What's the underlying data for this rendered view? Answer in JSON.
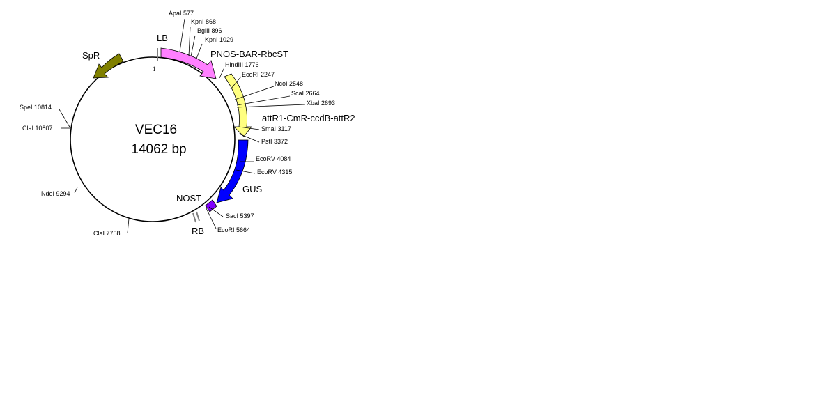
{
  "plasmid": {
    "name": "VEC16",
    "size_label": "14062 bp",
    "origin_label": "1"
  },
  "colors": {
    "pnos_bar": "#ff80ff",
    "attr": "#ffff80",
    "gus": "#0000ff",
    "nost": "#8000ff",
    "spr": "#808000"
  },
  "features": [
    {
      "id": "feature-lb",
      "label": "LB"
    },
    {
      "id": "feature-rb",
      "label": "RB"
    },
    {
      "id": "feature-pnos-bar-rbcst",
      "label": "PNOS-BAR-RbcST"
    },
    {
      "id": "feature-attr1-cmr-ccdb-attr2",
      "label": "attR1-CmR-ccdB-attR2"
    },
    {
      "id": "feature-gus",
      "label": "GUS"
    },
    {
      "id": "feature-nost",
      "label": "NOST"
    },
    {
      "id": "feature-spr",
      "label": "SpR"
    }
  ],
  "sites": [
    {
      "label": "ApaI 577"
    },
    {
      "label": "KpnI 868"
    },
    {
      "label": "BglII 896"
    },
    {
      "label": "KpnI 1029"
    },
    {
      "label": "HindIII 1776"
    },
    {
      "label": "EcoRI 2247"
    },
    {
      "label": "NcoI 2548"
    },
    {
      "label": "ScaI 2664"
    },
    {
      "label": "XbaI 2693"
    },
    {
      "label": "SmaI 3117"
    },
    {
      "label": "PstI 3372"
    },
    {
      "label": "EcoRV 4084"
    },
    {
      "label": "EcoRV 4315"
    },
    {
      "label": "SacI 5397"
    },
    {
      "label": "EcoRI 5664"
    },
    {
      "label": "ClaI 7758"
    },
    {
      "label": "NdeI 9294"
    },
    {
      "label": "ClaI 10807"
    },
    {
      "label": "SpeI 10814"
    }
  ]
}
